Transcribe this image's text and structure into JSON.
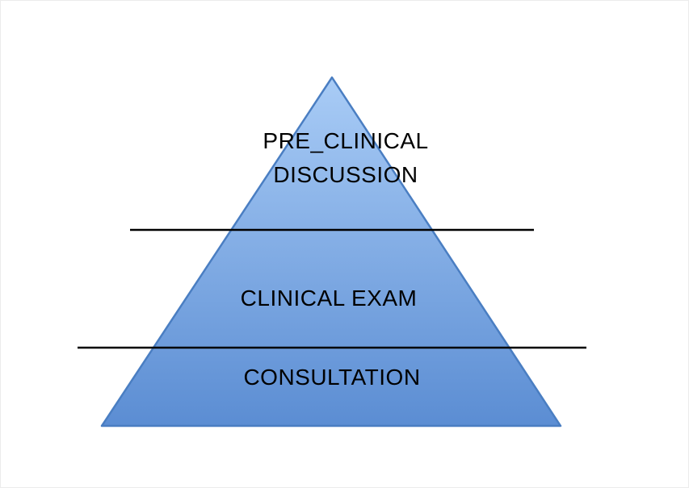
{
  "diagram": {
    "title": "clinical-process-pyramid",
    "levels": [
      {
        "name": "top",
        "label_line1": "PRE_CLINICAL",
        "label_line2": "DISCUSSION"
      },
      {
        "name": "middle",
        "label": "CLINICAL EXAM"
      },
      {
        "name": "bottom",
        "label": "CONSULTATION"
      }
    ],
    "colors": {
      "fill_top": "#a9ccf6",
      "fill_bottom": "#5b8dd3",
      "border": "#4a7ec2",
      "divider": "#000000",
      "text": "#000000"
    }
  }
}
